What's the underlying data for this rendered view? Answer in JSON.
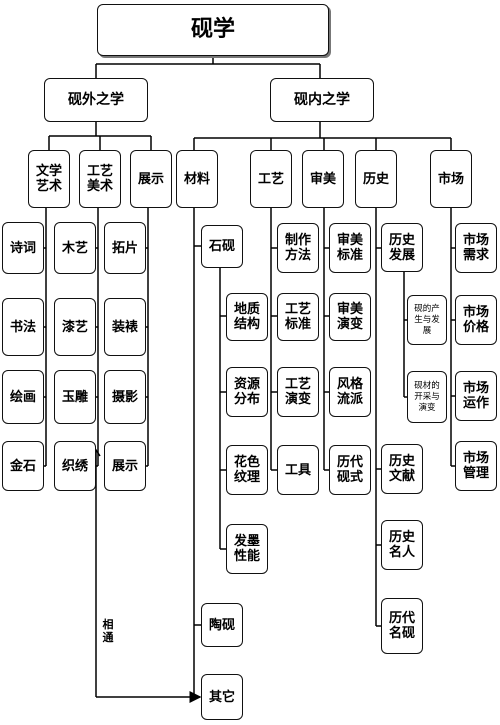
{
  "root": "砚学",
  "level1": [
    "砚外之学",
    "砚内之学"
  ],
  "outer": {
    "categories": [
      "文学\n艺术",
      "工艺\n美术",
      "展示"
    ],
    "wenxue_items": [
      "诗词",
      "书法",
      "绘画",
      "金石"
    ],
    "gongyi_items": [
      "木艺",
      "漆艺",
      "玉雕",
      "织绣"
    ],
    "zhanshi_items": [
      "拓片",
      "装裱",
      "摄影",
      "展示"
    ]
  },
  "inner": {
    "categories": [
      "材料",
      "工艺",
      "审美",
      "历史",
      "市场"
    ],
    "cailiao_items": [
      "石砚",
      "陶砚",
      "其它"
    ],
    "shiyan_items": [
      "地质\n结构",
      "资源\n分布",
      "花色\n纹理",
      "发墨\n性能"
    ],
    "gongyi_items": [
      "制作\n方法",
      "工艺\n标准",
      "工艺\n演变",
      "工具"
    ],
    "shenmei_items": [
      "审美\n标准",
      "审美\n演变",
      "风格\n流派",
      "历代\n砚式"
    ],
    "lishi_items": [
      "历史\n发展",
      "历史\n文献",
      "历史\n名人",
      "历代\n名砚"
    ],
    "fazhan_items": [
      "砚的产\n生与发\n展",
      "砚材的\n开采与\n演变"
    ],
    "shichang_items": [
      "市场\n需求",
      "市场\n价格",
      "市场\n运作",
      "市场\n管理"
    ]
  },
  "connector_label": "相\n通"
}
